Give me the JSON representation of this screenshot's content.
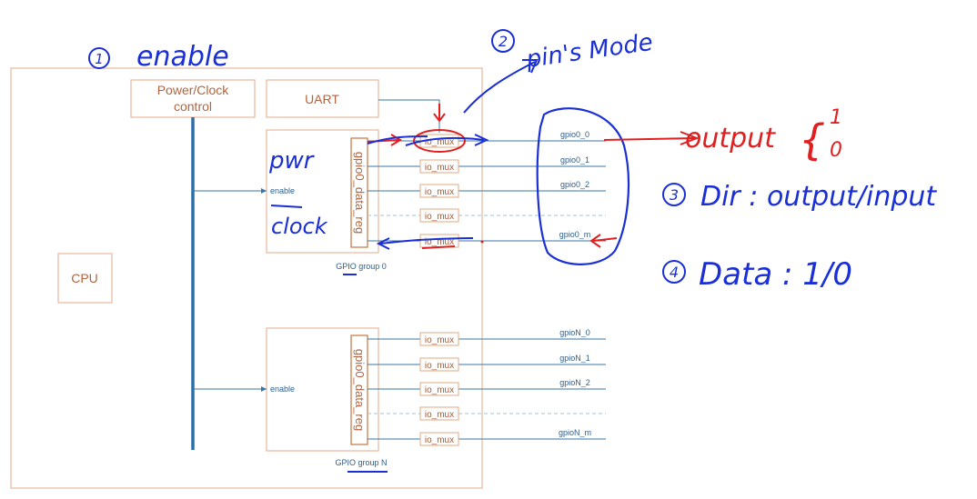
{
  "blocks": {
    "power_clock": "Power/Clock control",
    "power_clock_line1": "Power/Clock",
    "power_clock_line2": "control",
    "uart": "UART",
    "cpu": "CPU"
  },
  "groups": [
    {
      "reg_label": "gpio0_data_reg",
      "enable_label": "enable",
      "group_label": "GPIO group 0",
      "mux_label": "io_mux",
      "pins": [
        "gpio0_0",
        "gpio0_1",
        "gpio0_2",
        "",
        "gpio0_m"
      ]
    },
    {
      "reg_label": "gpio0_data_reg",
      "enable_label": "enable",
      "group_label": "GPIO group N",
      "mux_label": "io_mux",
      "pins": [
        "gpioN_0",
        "gpioN_1",
        "gpioN_2",
        "",
        "gpioN_m"
      ]
    }
  ],
  "annotations": {
    "step1_num": "1",
    "step1_text": "enable",
    "step2_num": "2",
    "step2_text": "pin's Mode",
    "pwr": "pwr",
    "clock": "clock",
    "output_text": "output",
    "output_vals": [
      "1",
      "0"
    ],
    "step3_num": "3",
    "step3_text": "Dir : output/input",
    "step4_num": "4",
    "step4_text": "Data : 1/0"
  },
  "colors": {
    "box_border": "#e8b89c",
    "box_text": "#b4643c",
    "bus": "#2a6fa8",
    "line": "#3a77a6",
    "hand_blue": "#1a2fd6",
    "hand_red": "#e02020"
  }
}
